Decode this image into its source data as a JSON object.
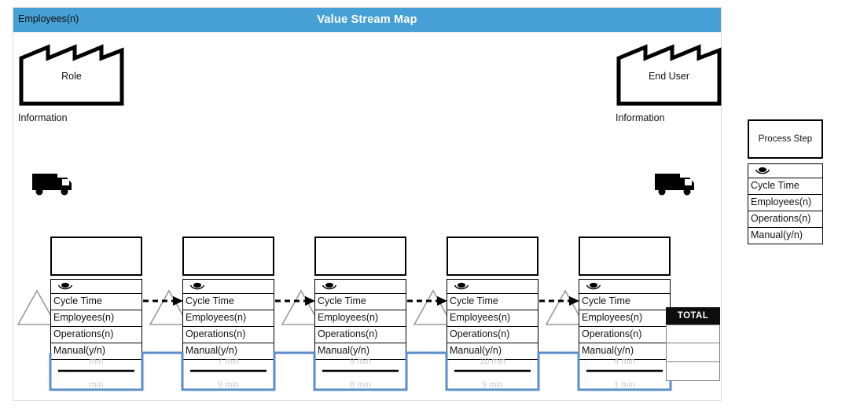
{
  "header": {
    "left_label": "Employees(n)",
    "title": "Value Stream Map",
    "bar_color": "#46a0d5"
  },
  "supplier": {
    "label": "Role",
    "info_label": "Information",
    "icon": "factory-icon",
    "truck_icon": "truck-icon"
  },
  "customer": {
    "label": "End User",
    "info_label": "Information",
    "icon": "factory-icon",
    "truck_icon": "truck-icon"
  },
  "data_row_labels": {
    "icon": "eye-icon",
    "cycle_time": "Cycle Time",
    "employees": "Employees(n)",
    "operations": "Operations(n)",
    "manual": "Manual(y/n)"
  },
  "process_steps": [
    {
      "name": "",
      "cycle_time": "Cycle Time",
      "employees": "Employees(n)",
      "operations": "Operations(n)",
      "manual": "Manual(y/n)"
    },
    {
      "name": "",
      "cycle_time": "Cycle Time",
      "employees": "Employees(n)",
      "operations": "Operations(n)",
      "manual": "Manual(y/n)"
    },
    {
      "name": "",
      "cycle_time": "Cycle Time",
      "employees": "Employees(n)",
      "operations": "Operations(n)",
      "manual": "Manual(y/n)"
    },
    {
      "name": "",
      "cycle_time": "Cycle Time",
      "employees": "Employees(n)",
      "operations": "Operations(n)",
      "manual": "Manual(y/n)"
    },
    {
      "name": "",
      "cycle_time": "Cycle Time",
      "employees": "Employees(n)",
      "operations": "Operations(n)",
      "manual": "Manual(y/n)"
    }
  ],
  "timeline": {
    "segments": [
      {
        "upper": "min",
        "lower": "min"
      },
      {
        "upper": "7 min",
        "lower": "9 min"
      },
      {
        "upper": "9 min",
        "lower": "8 min"
      },
      {
        "upper": "10 min",
        "lower": "9 min"
      },
      {
        "upper": "4 min",
        "lower": "1 min"
      }
    ],
    "line_color": "#5b8dc8",
    "text_color": "#c9c9c9"
  },
  "total": {
    "header": "TOTAL",
    "rows": [
      "",
      "",
      ""
    ]
  },
  "legend": {
    "process_step_label": "Process Step",
    "icon": "eye-icon",
    "rows": [
      "Cycle Time",
      "Employees(n)",
      "Operations(n)",
      "Manual(y/n)"
    ]
  }
}
